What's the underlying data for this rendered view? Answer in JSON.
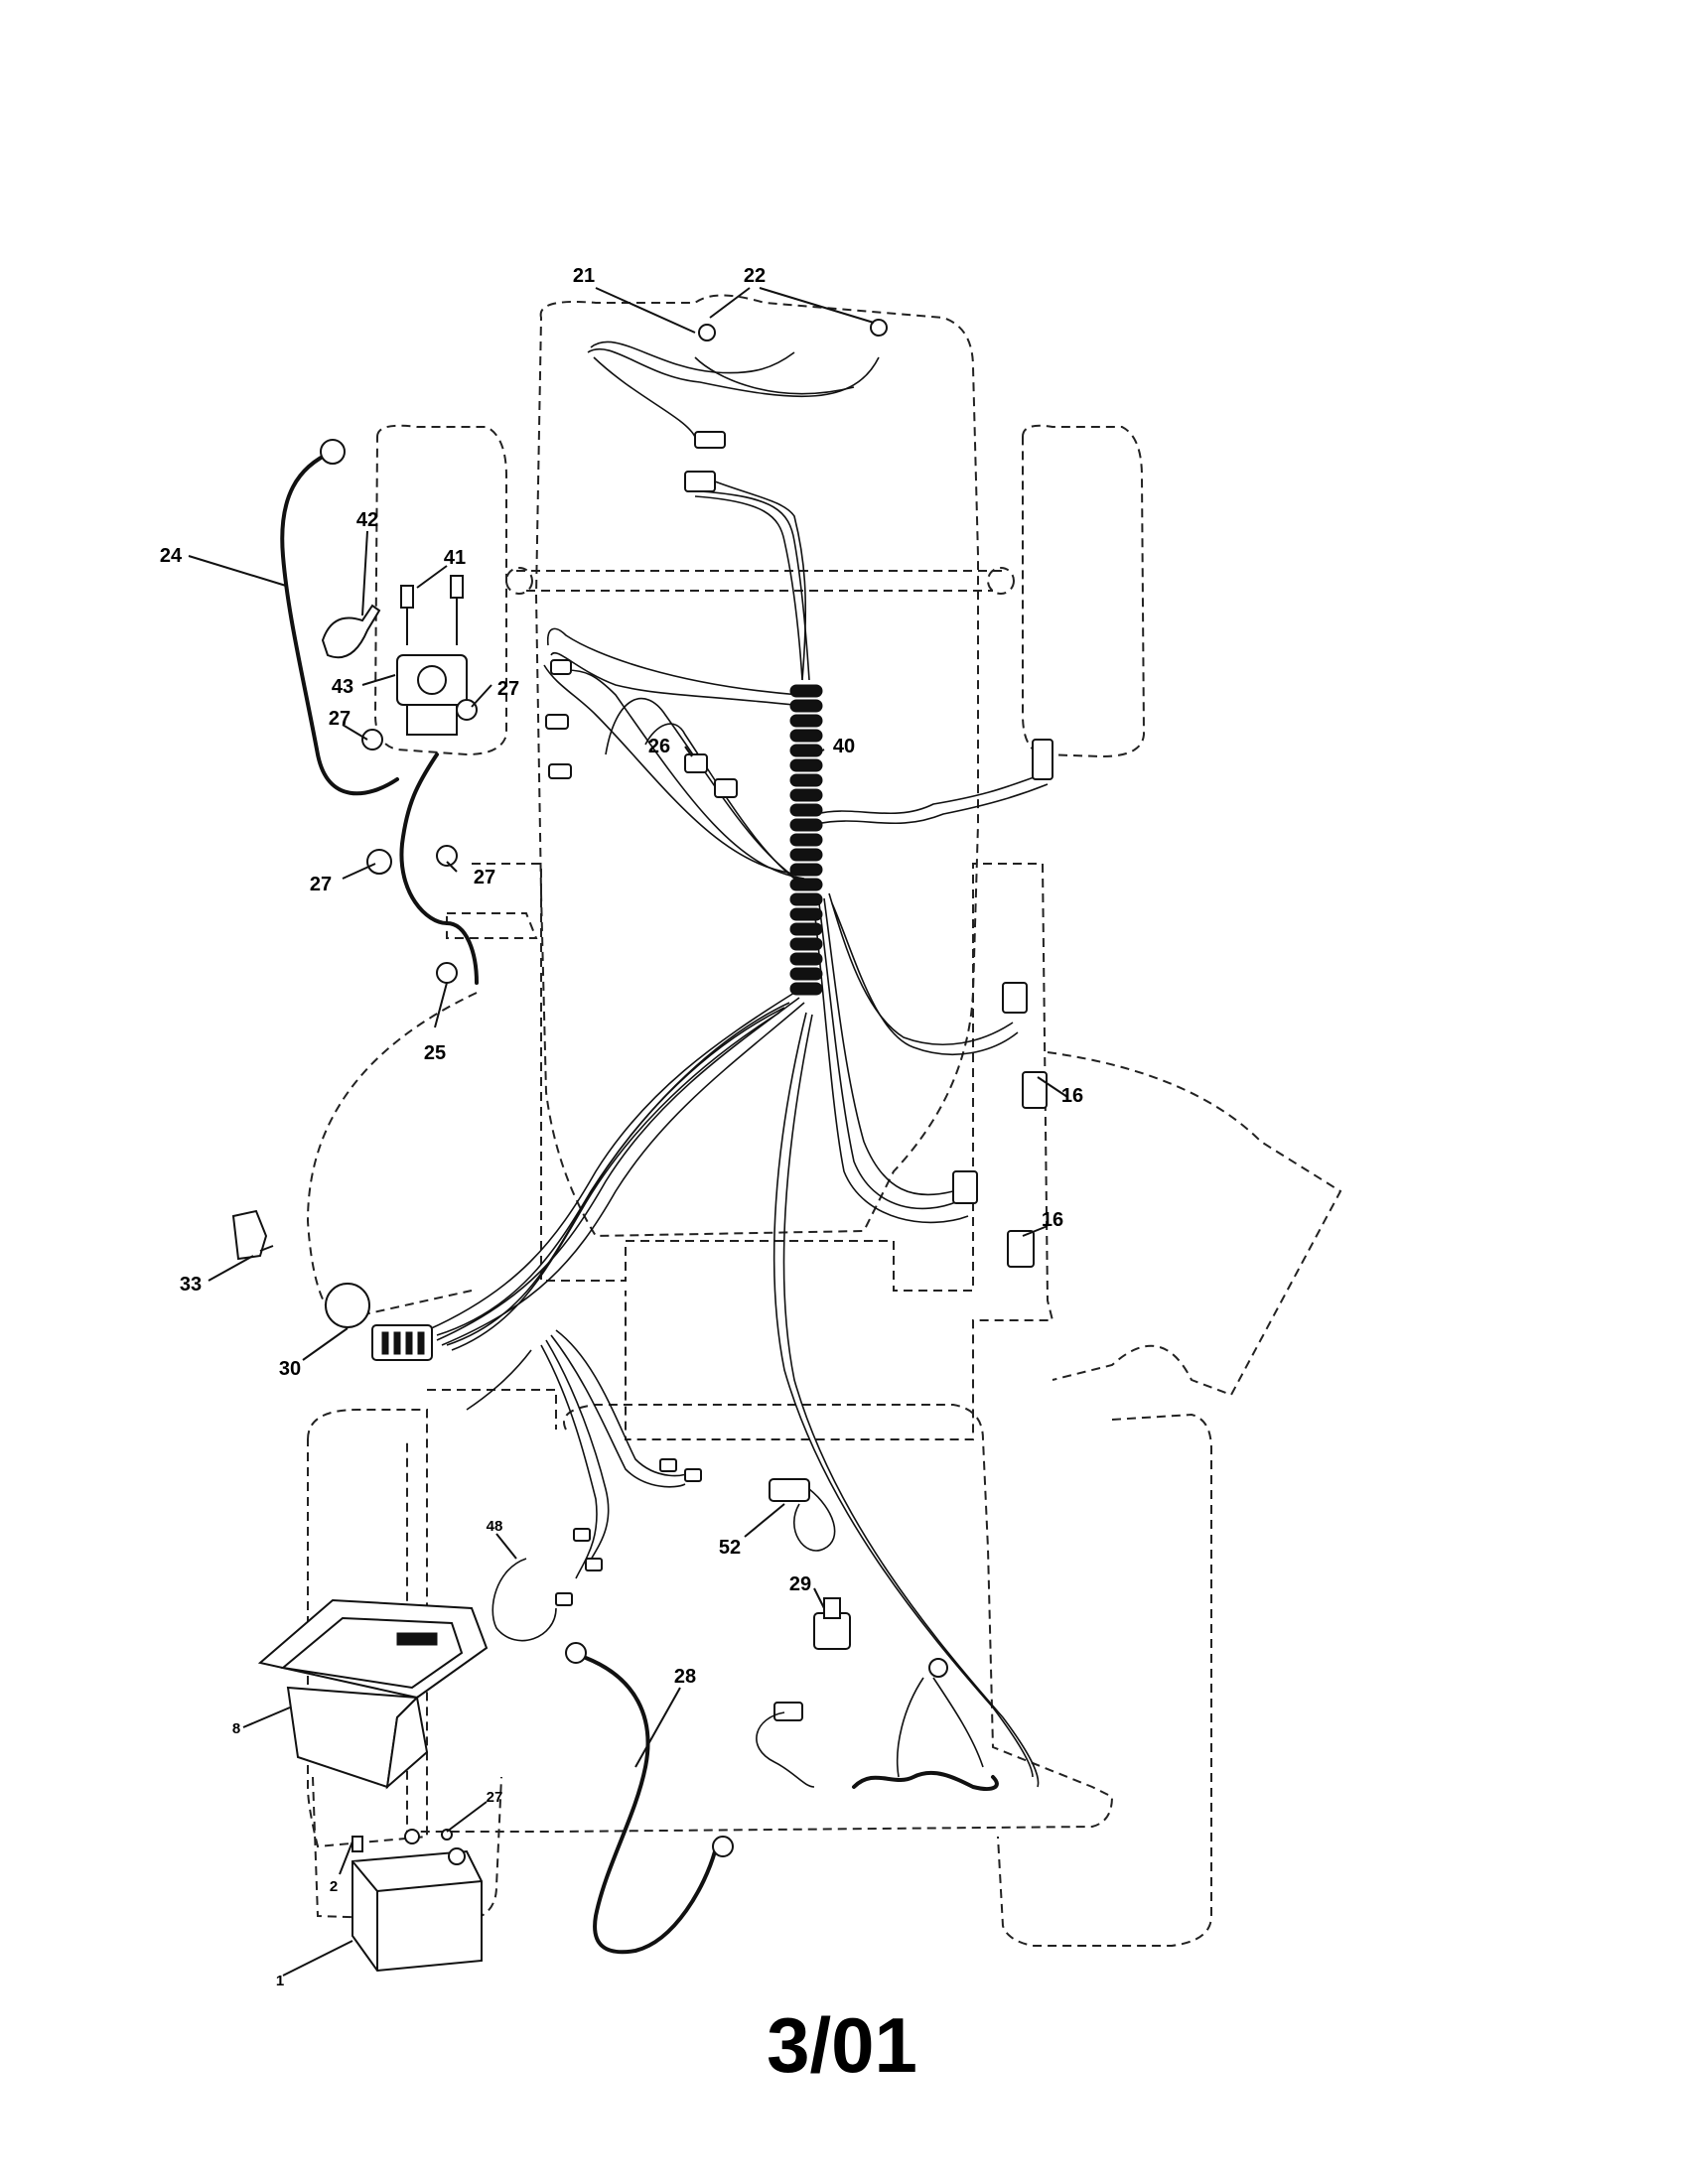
{
  "callouts": {
    "c21": "21",
    "c22": "22",
    "c24": "24",
    "c42": "42",
    "c41": "41",
    "c43": "43",
    "c27a": "27",
    "c27b": "27",
    "c27c": "27",
    "c27d": "27",
    "c27e": "27",
    "c26": "26",
    "c40": "40",
    "c25": "25",
    "c16a": "16",
    "c16b": "16",
    "c33": "33",
    "c30": "30",
    "c48": "48",
    "c52": "52",
    "c29": "29",
    "c28": "28",
    "c8": "8",
    "c2": "2",
    "c1": "1"
  },
  "footer": {
    "date_code": "3/01"
  }
}
